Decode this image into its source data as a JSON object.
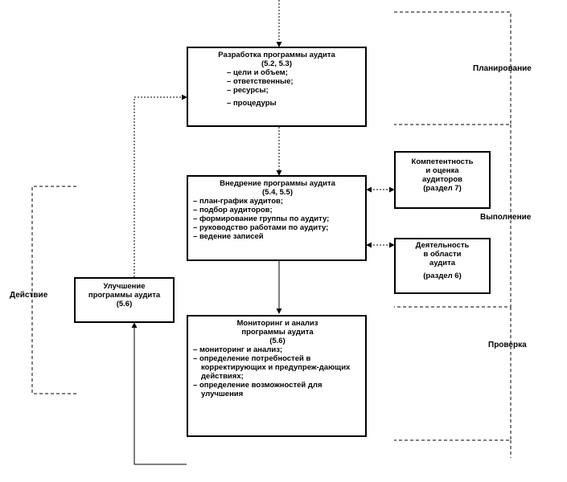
{
  "boxes": {
    "development": {
      "title": "Разработка программы  аудита",
      "ref": "(5.2, 5.3)",
      "items": [
        "цели и объем;",
        "ответственные;",
        "ресурсы;",
        "процедуры"
      ]
    },
    "implementation": {
      "title": "Внедрение программы  аудита",
      "ref": "(5.4, 5.5)",
      "items": [
        "план-график аудитов;",
        "подбор аудиторов;",
        "формирование группы по аудиту;",
        "руководство работами по аудиту;",
        "ведение записей"
      ]
    },
    "competence": {
      "lines": [
        "Компетентность",
        "и оценка",
        "аудиторов",
        "(раздел 7)"
      ]
    },
    "activity": {
      "lines": [
        "Деятельность",
        "в области",
        "аудита",
        "(раздел 6)"
      ]
    },
    "improvement": {
      "lines": [
        "Улучшение",
        "программы аудита",
        "(5.6)"
      ]
    },
    "monitoring": {
      "title_lines": [
        "Мониторинг  и  анализ",
        "программы  аудита",
        "(5.6)"
      ],
      "items": [
        "мониторинг и анализ;",
        "определение потребностей в корректирующих и предупреж-дающих действиях;",
        "определение возможностей для улучшения"
      ]
    }
  },
  "phases": {
    "plan": "Планирование",
    "do": "Выполнение",
    "check": "Проверка",
    "act": "Действие"
  }
}
